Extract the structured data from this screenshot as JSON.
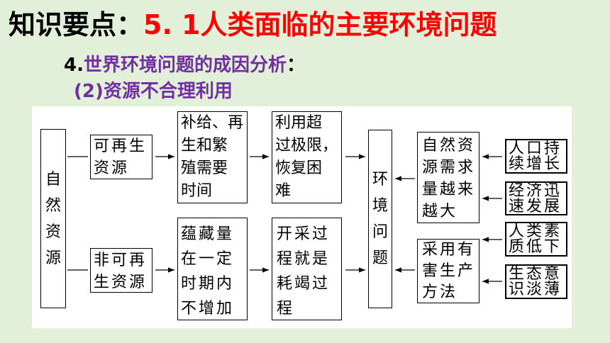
{
  "header": {
    "label": "知识要点：",
    "topic": "5. 1人类面临的主要环境问题"
  },
  "section": {
    "number": "4.",
    "heading": "世界环境问题的成因分析",
    "colon": "：",
    "subheading": "(2)资源不合理利用"
  },
  "diagram": {
    "natural_resources": [
      "自",
      "然",
      "资",
      "源"
    ],
    "renewable": [
      "可再生",
      "资源"
    ],
    "renewable_cause": [
      "补给、再",
      "生和繁",
      "殖需要",
      "时间"
    ],
    "renewable_result": [
      "利用超",
      "过极限，",
      "恢复困",
      "难"
    ],
    "non_renewable": [
      "非可再",
      "生资源"
    ],
    "non_renewable_cause": [
      "蕴藏量",
      "在一定",
      "时期内",
      "不增加"
    ],
    "non_renewable_result": [
      "开采过",
      "程就是",
      "耗竭过",
      "程"
    ],
    "environment_problems": [
      "环",
      "境",
      "问",
      "题"
    ],
    "resource_demand": [
      "自然资",
      "源需求",
      "量越来",
      "越大"
    ],
    "population_growth": [
      "人口持",
      "续增长"
    ],
    "economic_growth": [
      "经济迅",
      "速发展"
    ],
    "harmful_production": [
      "采用有",
      "害生产",
      "方法"
    ],
    "low_human_quality": [
      "人类素",
      "质低下"
    ],
    "weak_eco_awareness": [
      "生态意",
      "识淡薄"
    ]
  },
  "colors": {
    "background": "#e2efd9",
    "panel": "#ffffff",
    "title_accent": "#ff0000",
    "heading": "#7030a0",
    "text": "#000000"
  }
}
